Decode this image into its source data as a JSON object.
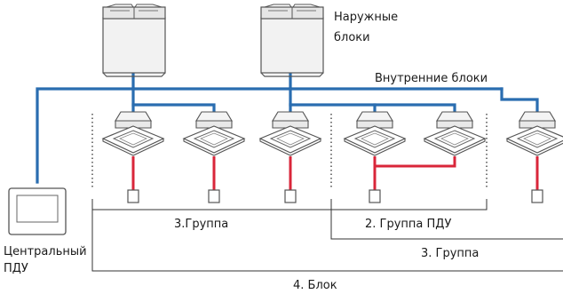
{
  "labels": {
    "outdoor_line1": "Наружные",
    "outdoor_line2": "блоки",
    "indoor": "Внутренние блоки",
    "central_line1": "Центральный",
    "central_line2": "ПДУ",
    "group3_left": "3.Группа",
    "group2_remote": "2. Группа ПДУ",
    "group3_right": "3. Группа",
    "block4": "4. Блок"
  },
  "colors": {
    "pipe": "#2a6db0",
    "remote_wire": "#d9263a",
    "unit_outline": "#555555",
    "unit_fill": "#f2f2f2"
  },
  "icons": {
    "outdoor_unit": "outdoor-unit-icon",
    "cassette_unit": "cassette-indoor-unit-icon",
    "wall_controller": "wall-controller-icon",
    "central_controller": "central-controller-icon"
  }
}
